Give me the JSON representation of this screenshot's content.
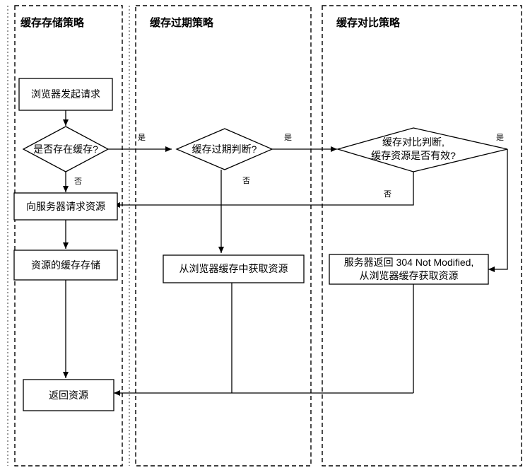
{
  "diagram": {
    "title_internal": "browser-cache-strategy-flowchart",
    "colors": {
      "stroke": "#000000",
      "fill": "#ffffff",
      "lane_border": "#000000",
      "outer_border": "#9a9a9a",
      "text": "#000000"
    },
    "lanes": [
      {
        "id": "storage",
        "title": "缓存存储策略"
      },
      {
        "id": "expire",
        "title": "缓存过期策略"
      },
      {
        "id": "compare",
        "title": "缓存对比策略"
      }
    ],
    "nodes": [
      {
        "id": "n1",
        "lane": "storage",
        "shape": "rect",
        "label": "浏览器发起请求"
      },
      {
        "id": "n2",
        "lane": "storage",
        "shape": "diamond",
        "label": "是否存在缓存?"
      },
      {
        "id": "n3",
        "lane": "storage",
        "shape": "rect",
        "label": "向服务器请求资源"
      },
      {
        "id": "n4",
        "lane": "storage",
        "shape": "rect",
        "label": "资源的缓存存储"
      },
      {
        "id": "n5",
        "lane": "storage",
        "shape": "rect",
        "label": "返回资源"
      },
      {
        "id": "n6",
        "lane": "expire",
        "shape": "diamond",
        "label": "缓存过期判断?"
      },
      {
        "id": "n7",
        "lane": "expire",
        "shape": "rect",
        "label": "从浏览器缓存中获取资源"
      },
      {
        "id": "n8",
        "lane": "compare",
        "shape": "diamond",
        "label": "缓存对比判断,\n缓存资源是否有效?"
      },
      {
        "id": "n9",
        "lane": "compare",
        "shape": "rect",
        "label": "服务器返回 304 Not Modified,\n从浏览器缓存获取资源"
      }
    ],
    "edge_labels": [
      {
        "id": "e1",
        "text": "是",
        "from": "n2",
        "to": "n6"
      },
      {
        "id": "e2",
        "text": "否",
        "from": "n2",
        "to": "n3"
      },
      {
        "id": "e3",
        "text": "是",
        "from": "n6",
        "to": "n8"
      },
      {
        "id": "e4",
        "text": "否",
        "from": "n6",
        "to": "n7"
      },
      {
        "id": "e5",
        "text": "是",
        "from": "n8",
        "to": "n9"
      },
      {
        "id": "e6",
        "text": "否",
        "from": "n8",
        "to": "n3"
      }
    ]
  }
}
